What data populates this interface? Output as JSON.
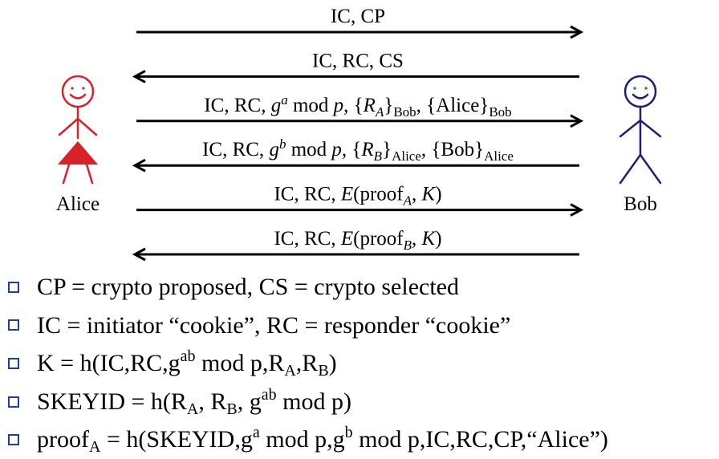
{
  "parties": {
    "alice": {
      "name": "Alice"
    },
    "bob": {
      "name": "Bob"
    }
  },
  "messages": [
    {
      "direction": "alice-to-bob",
      "parts": [
        {
          "t": "IC, CP"
        }
      ]
    },
    {
      "direction": "bob-to-alice",
      "parts": [
        {
          "t": "IC, RC, CS"
        }
      ]
    },
    {
      "direction": "alice-to-bob",
      "parts": [
        {
          "t": "IC, RC, "
        },
        {
          "t": "g",
          "i": true
        },
        {
          "t": "a",
          "i": true,
          "sup": true
        },
        {
          "t": " mod "
        },
        {
          "t": "p",
          "i": true
        },
        {
          "t": ", {"
        },
        {
          "t": "R",
          "i": true
        },
        {
          "t": "A",
          "i": true,
          "sub": true
        },
        {
          "t": "}"
        },
        {
          "t": "Bob",
          "sub": true
        },
        {
          "t": ", {Alice}"
        },
        {
          "t": "Bob",
          "sub": true
        }
      ]
    },
    {
      "direction": "bob-to-alice",
      "parts": [
        {
          "t": "IC, RC, "
        },
        {
          "t": "g",
          "i": true
        },
        {
          "t": "b",
          "i": true,
          "sup": true
        },
        {
          "t": " mod "
        },
        {
          "t": "p",
          "i": true
        },
        {
          "t": ", {"
        },
        {
          "t": "R",
          "i": true
        },
        {
          "t": "B",
          "i": true,
          "sub": true
        },
        {
          "t": "}"
        },
        {
          "t": "Alice",
          "sub": true
        },
        {
          "t": ", {Bob}"
        },
        {
          "t": "Alice",
          "sub": true
        }
      ]
    },
    {
      "direction": "alice-to-bob",
      "parts": [
        {
          "t": "IC, RC, "
        },
        {
          "t": "E",
          "i": true
        },
        {
          "t": "(proof"
        },
        {
          "t": "A",
          "i": true,
          "sub": true
        },
        {
          "t": ", "
        },
        {
          "t": "K",
          "i": true
        },
        {
          "t": ")"
        }
      ]
    },
    {
      "direction": "bob-to-alice",
      "parts": [
        {
          "t": "IC, RC, "
        },
        {
          "t": "E",
          "i": true
        },
        {
          "t": "(proof"
        },
        {
          "t": "B",
          "i": true,
          "sub": true
        },
        {
          "t": ", "
        },
        {
          "t": "K",
          "i": true
        },
        {
          "t": ")"
        }
      ]
    }
  ],
  "notes": [
    {
      "parts": [
        {
          "t": "CP = crypto proposed, CS = crypto selected"
        }
      ]
    },
    {
      "parts": [
        {
          "t": "IC = initiator “cookie”, RC = responder “cookie”"
        }
      ]
    },
    {
      "parts": [
        {
          "t": "K = h(IC,RC,g"
        },
        {
          "t": "ab",
          "sup": true
        },
        {
          "t": " mod p,R"
        },
        {
          "t": "A",
          "sub": true
        },
        {
          "t": ",R"
        },
        {
          "t": "B",
          "sub": true
        },
        {
          "t": ")"
        }
      ]
    },
    {
      "parts": [
        {
          "t": "SKEYID = h(R"
        },
        {
          "t": "A",
          "sub": true
        },
        {
          "t": ", R"
        },
        {
          "t": "B",
          "sub": true
        },
        {
          "t": ", g"
        },
        {
          "t": "ab",
          "sup": true
        },
        {
          "t": " mod p)"
        }
      ]
    },
    {
      "parts": [
        {
          "t": "proof"
        },
        {
          "t": "A",
          "sub": true
        },
        {
          "t": " = h(SKEYID,g"
        },
        {
          "t": "a",
          "sup": true
        },
        {
          "t": " mod p,g"
        },
        {
          "t": "b",
          "sup": true
        },
        {
          "t": " mod p,IC,RC,CP,“Alice”)"
        }
      ]
    }
  ],
  "colors": {
    "alice": "#d6232a",
    "bob": "#1f1f7a",
    "bob_eyes": "#1a9a3a",
    "arrow": "#000000",
    "bullet": "#1f3f9f"
  },
  "icons": {
    "alice": "stick-figure-female-icon",
    "bob": "stick-figure-male-icon",
    "bullet": "square-bullet-icon"
  }
}
